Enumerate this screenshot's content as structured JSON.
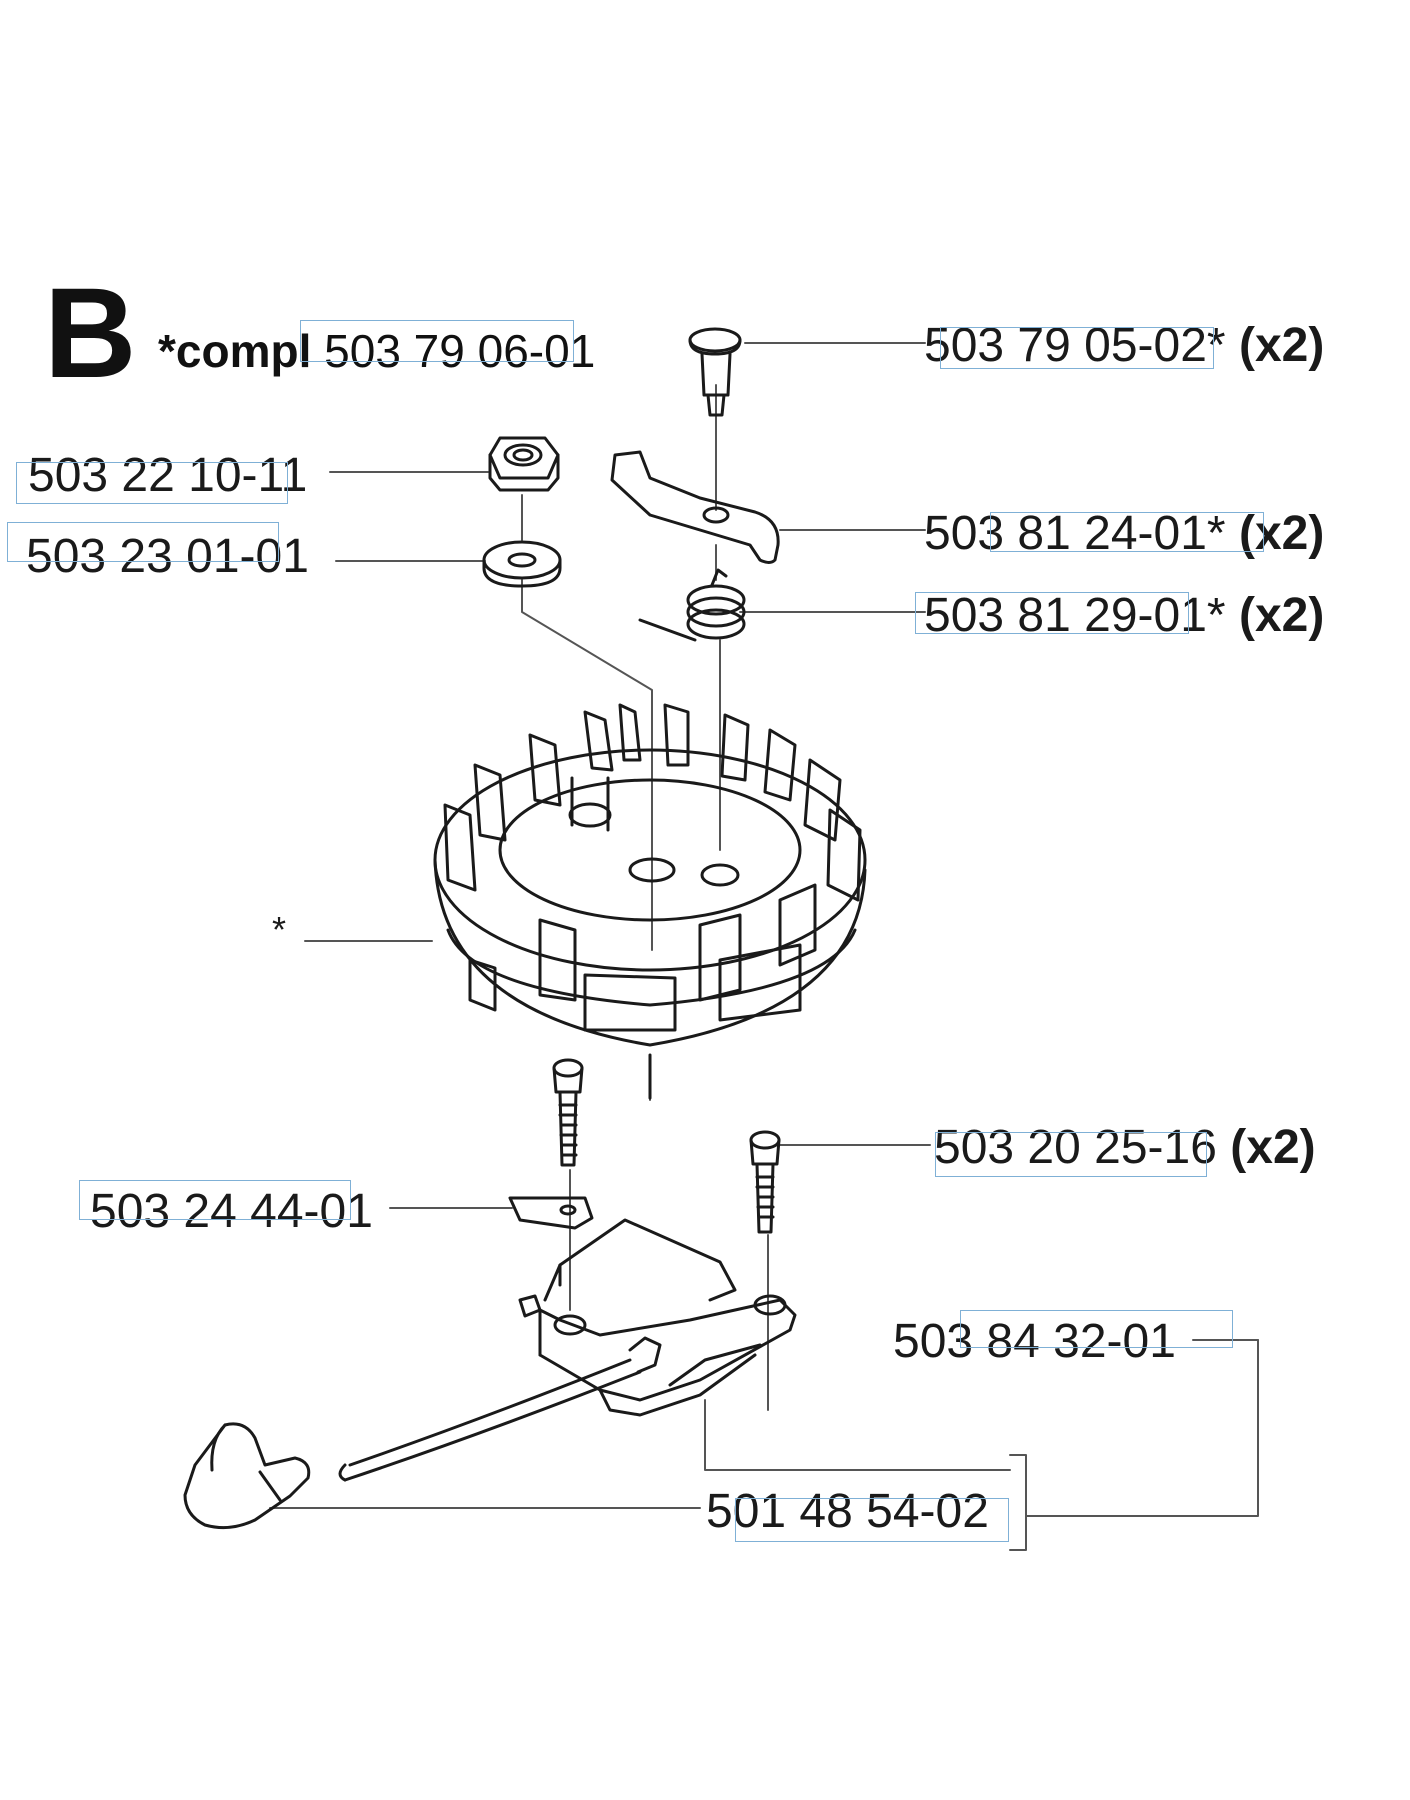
{
  "section_letter": "B",
  "header": {
    "prefix": "*compl",
    "part": "503 79 06-01"
  },
  "callouts": [
    {
      "id": "pin",
      "part": "503 79 05-02",
      "mark": "*",
      "qty": "(x2)"
    },
    {
      "id": "nut",
      "part": "503 22 10-11",
      "mark": "",
      "qty": ""
    },
    {
      "id": "washer",
      "part": "503 23 01-01",
      "mark": "",
      "qty": ""
    },
    {
      "id": "pawl",
      "part": "503 81 24-01",
      "mark": "*",
      "qty": "(x2)"
    },
    {
      "id": "spring",
      "part": "503 81 29-01",
      "mark": "*",
      "qty": "(x2)"
    },
    {
      "id": "flywheel",
      "part": "",
      "mark": "*",
      "qty": ""
    },
    {
      "id": "screw",
      "part": "503 20 25-16",
      "mark": "",
      "qty": "(x2)"
    },
    {
      "id": "terminal",
      "part": "503 24 44-01",
      "mark": "",
      "qty": ""
    },
    {
      "id": "ignition-module",
      "part": "503 84 32-01",
      "mark": "",
      "qty": ""
    },
    {
      "id": "spark-plug-cap",
      "part": "501 48 54-02",
      "mark": "",
      "qty": ""
    }
  ],
  "colors": {
    "line": "#1a1a1a",
    "leader": "#555555",
    "highlight": "#7fb0d6"
  }
}
